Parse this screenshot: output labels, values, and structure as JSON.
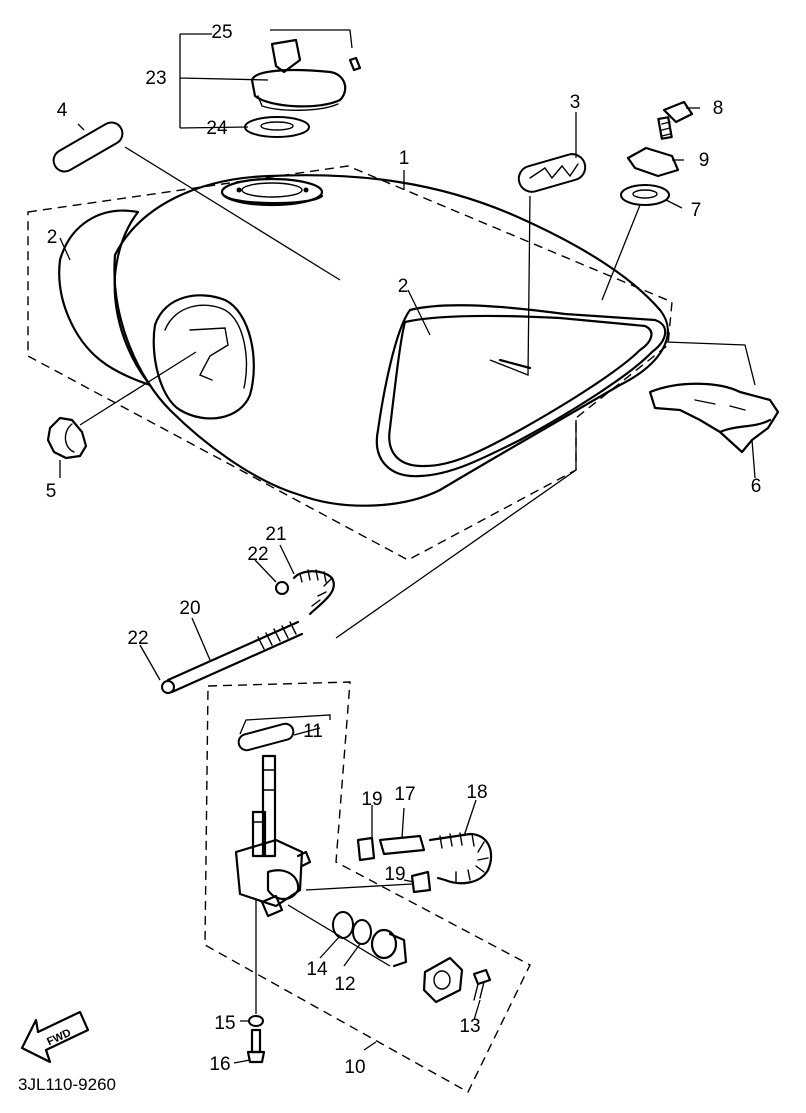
{
  "callouts": {
    "c1": "1",
    "c2a": "2",
    "c2b": "2",
    "c3": "3",
    "c4": "4",
    "c5": "5",
    "c6": "6",
    "c7": "7",
    "c8": "8",
    "c9": "9",
    "c10": "10",
    "c11": "11",
    "c12": "12",
    "c13": "13",
    "c14": "14",
    "c15": "15",
    "c16": "16",
    "c17": "17",
    "c18": "18",
    "c19a": "19",
    "c19b": "19",
    "c20": "20",
    "c21": "21",
    "c22a": "22",
    "c22b": "22",
    "c23": "23",
    "c24": "24",
    "c25": "25"
  },
  "drawing_code": "3JL110-9260",
  "direction_label": "FWD"
}
